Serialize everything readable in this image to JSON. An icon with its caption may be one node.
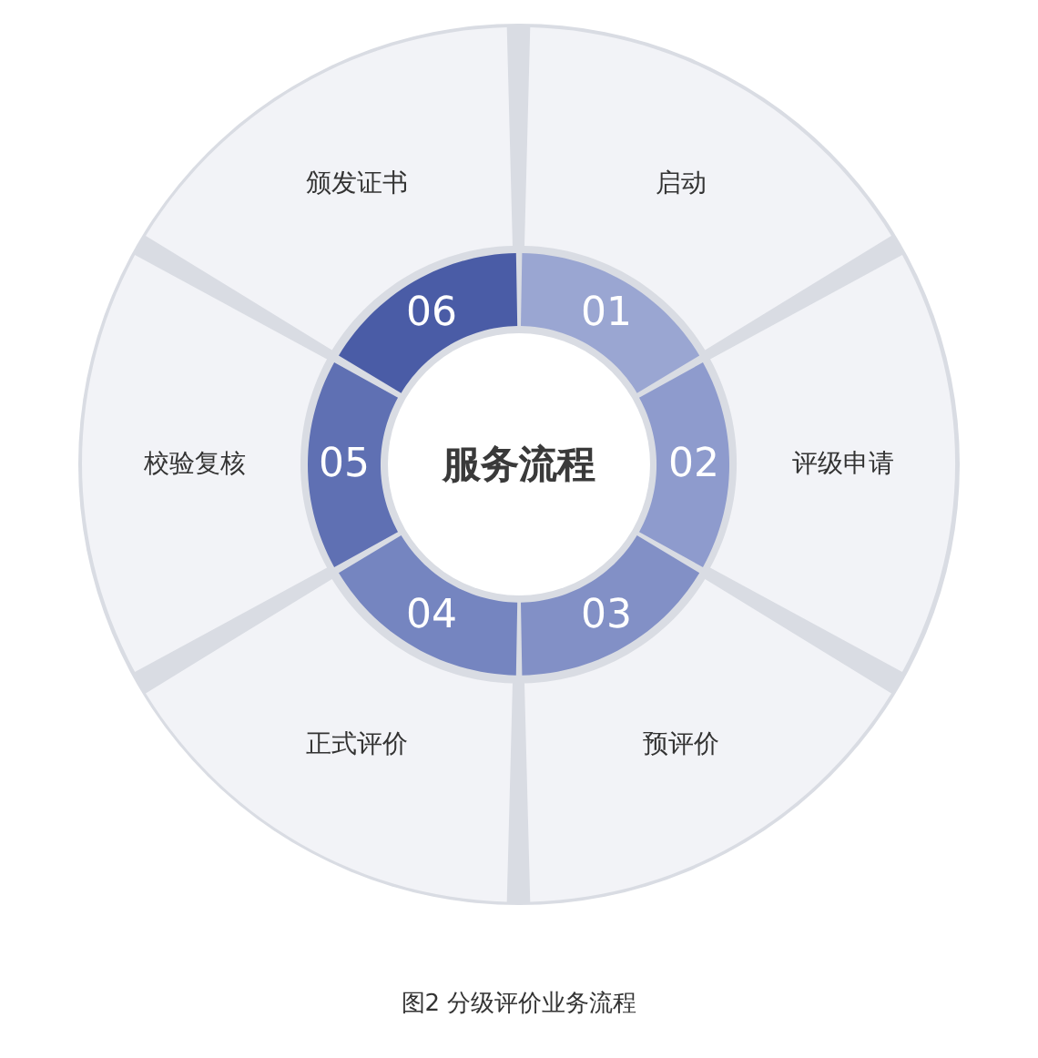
{
  "diagram": {
    "caption": "图2 分级评价业务流程",
    "nodes": [
      {
        "text": [
          "服务流程"
        ]
      },
      {
        "text": [
          "启动"
        ]
      },
      {
        "text": [
          "01"
        ]
      },
      {
        "text": [
          "评级申请"
        ]
      },
      {
        "text": [
          "02"
        ]
      },
      {
        "text": [
          "预评价"
        ]
      },
      {
        "text": [
          "03"
        ]
      },
      {
        "text": [
          "正式评价"
        ]
      },
      {
        "text": [
          "04"
        ]
      },
      {
        "text": [
          "校验复核"
        ]
      },
      {
        "text": [
          "05"
        ]
      },
      {
        "text": [
          "颁发证书"
        ]
      },
      {
        "text": [
          "06"
        ]
      }
    ],
    "edges": []
  }
}
